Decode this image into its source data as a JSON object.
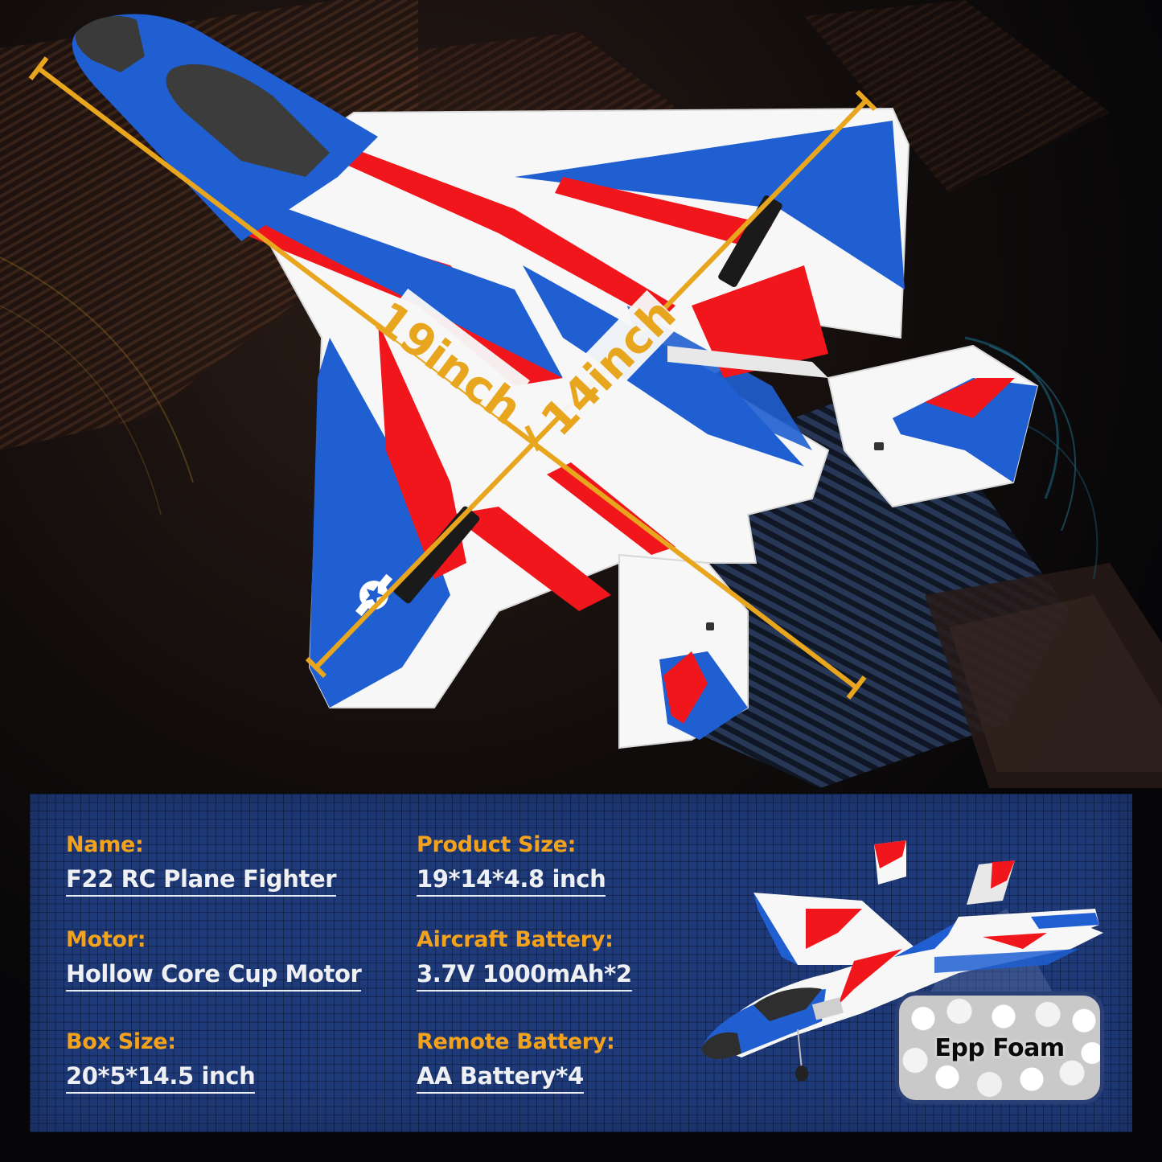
{
  "dimensions": {
    "length_label": "19inch",
    "wingspan_label": "14inch",
    "line_color": "#e8a51e"
  },
  "colors": {
    "label_orange": "#f2a21c",
    "value_white": "#eef0f4",
    "panel_blue": "#1f3a78",
    "plane_blue": "#1f5fd1",
    "plane_red": "#f0161c",
    "plane_white": "#f7f7f7",
    "background": "#0b0b0e"
  },
  "specs": {
    "left": [
      {
        "label": "Name:",
        "value": "F22 RC Plane Fighter"
      },
      {
        "label": "Motor:",
        "value": "Hollow Core Cup Motor"
      },
      {
        "label": "Box Size:",
        "value": "20*5*14.5 inch"
      }
    ],
    "right": [
      {
        "label": "Product Size:",
        "value": "19*14*4.8 inch"
      },
      {
        "label": "Aircraft Battery:",
        "value": "3.7V 1000mAh*2"
      },
      {
        "label": "Remote Battery:",
        "value": "AA Battery*4"
      }
    ]
  },
  "material": {
    "label": "Epp Foam"
  }
}
